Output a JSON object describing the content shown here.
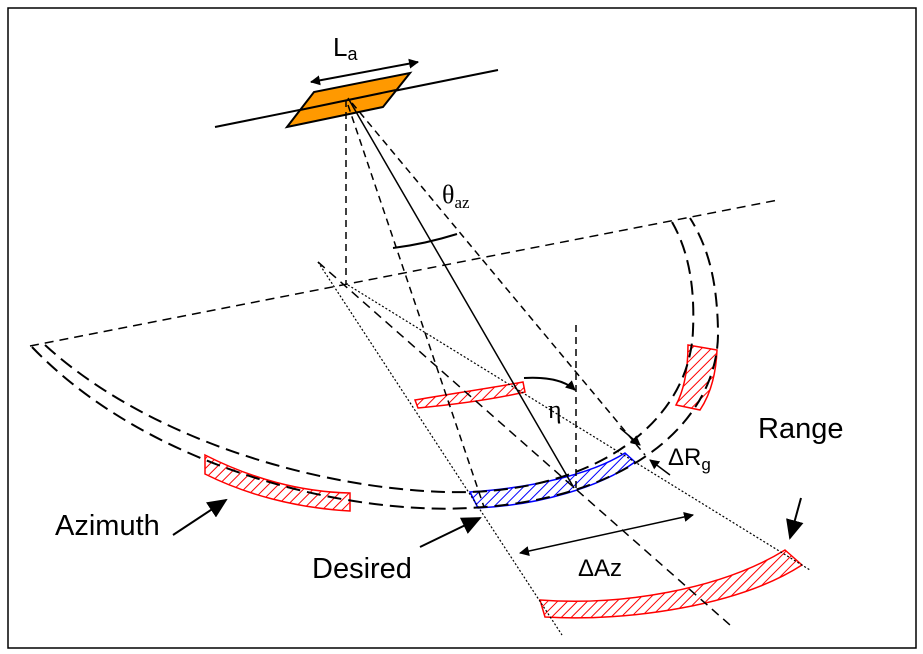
{
  "labels": {
    "antenna_length": "L",
    "antenna_length_sub": "a",
    "beam_angle": "θ",
    "beam_angle_sub": "az",
    "squint_angle": "η",
    "range_resolution": "ΔR",
    "range_resolution_sub": "g",
    "azimuth_resolution": "ΔAz",
    "range": "Range",
    "azimuth": "Azimuth",
    "desired": "Desired"
  },
  "colors": {
    "antenna": "#FF9900",
    "ambiguity_hatch": "#FF0000",
    "desired_hatch": "#0000FF",
    "line": "#000000"
  }
}
